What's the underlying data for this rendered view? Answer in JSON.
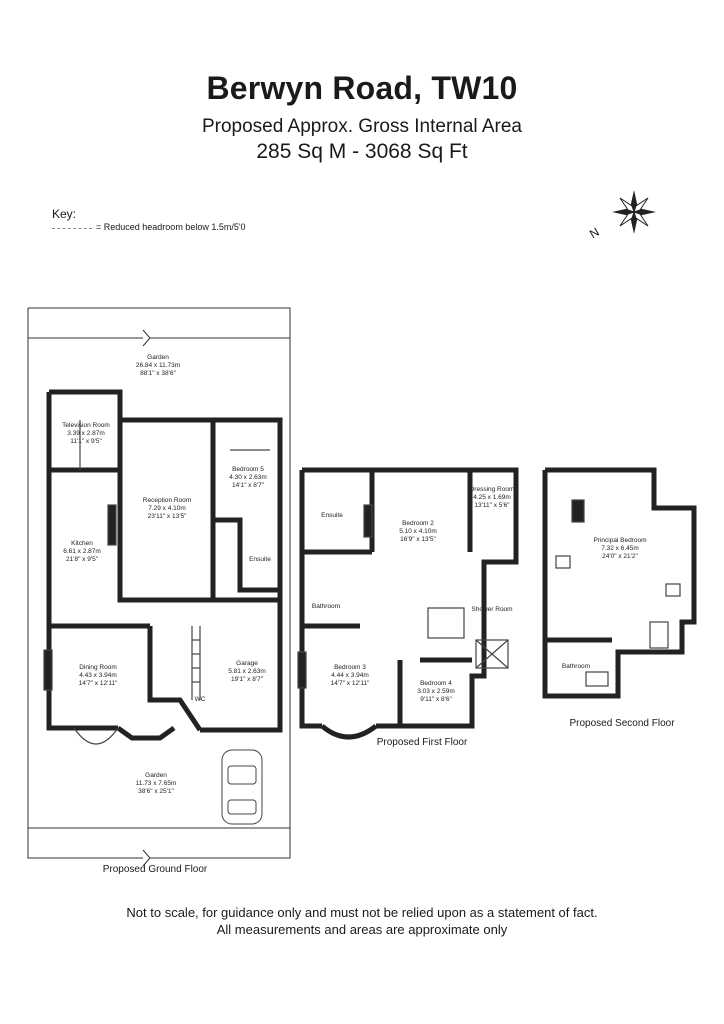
{
  "header": {
    "title": "Berwyn Road, TW10",
    "subtitle": "Proposed Approx. Gross Internal Area",
    "area": "285 Sq M - 3068 Sq Ft"
  },
  "key": {
    "label": "Key:",
    "reduced_headroom": "= Reduced headroom below 1.5m/5'0"
  },
  "compass": {
    "north_label": "N"
  },
  "ground_floor": {
    "caption": "Proposed Ground Floor",
    "rooms": {
      "garden_rear": {
        "name": "Garden",
        "d1": "26.84 x 11.73m",
        "d2": "88'1\" x 38'6\""
      },
      "television": {
        "name": "Television Room",
        "d1": "3.39 x 2.87m",
        "d2": "11'1\" x 9'5\""
      },
      "reception": {
        "name": "Reception Room",
        "d1": "7.29 x 4.10m",
        "d2": "23'11\" x 13'5\""
      },
      "bedroom5": {
        "name": "Bedroom 5",
        "d1": "4.30 x 2.63m",
        "d2": "14'1\" x 8'7\""
      },
      "kitchen": {
        "name": "Kitchen",
        "d1": "6.61 x 2.87m",
        "d2": "21'8\" x 9'5\""
      },
      "ensuite": {
        "name": "Ensuite"
      },
      "dining": {
        "name": "Dining Room",
        "d1": "4.43 x 3.94m",
        "d2": "14'7\" x 12'11\""
      },
      "garage": {
        "name": "Garage",
        "d1": "5.81 x 2.63m",
        "d2": "19'1\" x 8'7\""
      },
      "wc": {
        "name": "WC"
      },
      "garden_front": {
        "name": "Garden",
        "d1": "11.73 x 7.65m",
        "d2": "38'6\" x 25'1\""
      }
    }
  },
  "first_floor": {
    "caption": "Proposed First Floor",
    "rooms": {
      "ensuite": {
        "name": "Ensuite"
      },
      "bedroom2": {
        "name": "Bedroom 2",
        "d1": "5.10 x 4.10m",
        "d2": "16'9\" x 13'5\""
      },
      "dressing": {
        "name": "Dressing Room",
        "d1": "4.25 x 1.69m",
        "d2": "13'11\" x 5'6\""
      },
      "bathroom": {
        "name": "Bathroom"
      },
      "shower": {
        "name": "Shower Room"
      },
      "bedroom3": {
        "name": "Bedroom 3",
        "d1": "4.44 x 3.94m",
        "d2": "14'7\" x 12'11\""
      },
      "bedroom4": {
        "name": "Bedroom 4",
        "d1": "3.03 x 2.59m",
        "d2": "9'11\" x 8'6\""
      }
    }
  },
  "second_floor": {
    "caption": "Proposed Second Floor",
    "rooms": {
      "principal": {
        "name": "Principal Bedroom",
        "d1": "7.32 x 6.45m",
        "d2": "24'0\" x 21'2\""
      },
      "bathroom": {
        "name": "Bathroom"
      }
    }
  },
  "footer": {
    "line1": "Not to scale, for guidance only and must not be relied upon as a statement of fact.",
    "line2": "All measurements and areas are approximate only"
  }
}
